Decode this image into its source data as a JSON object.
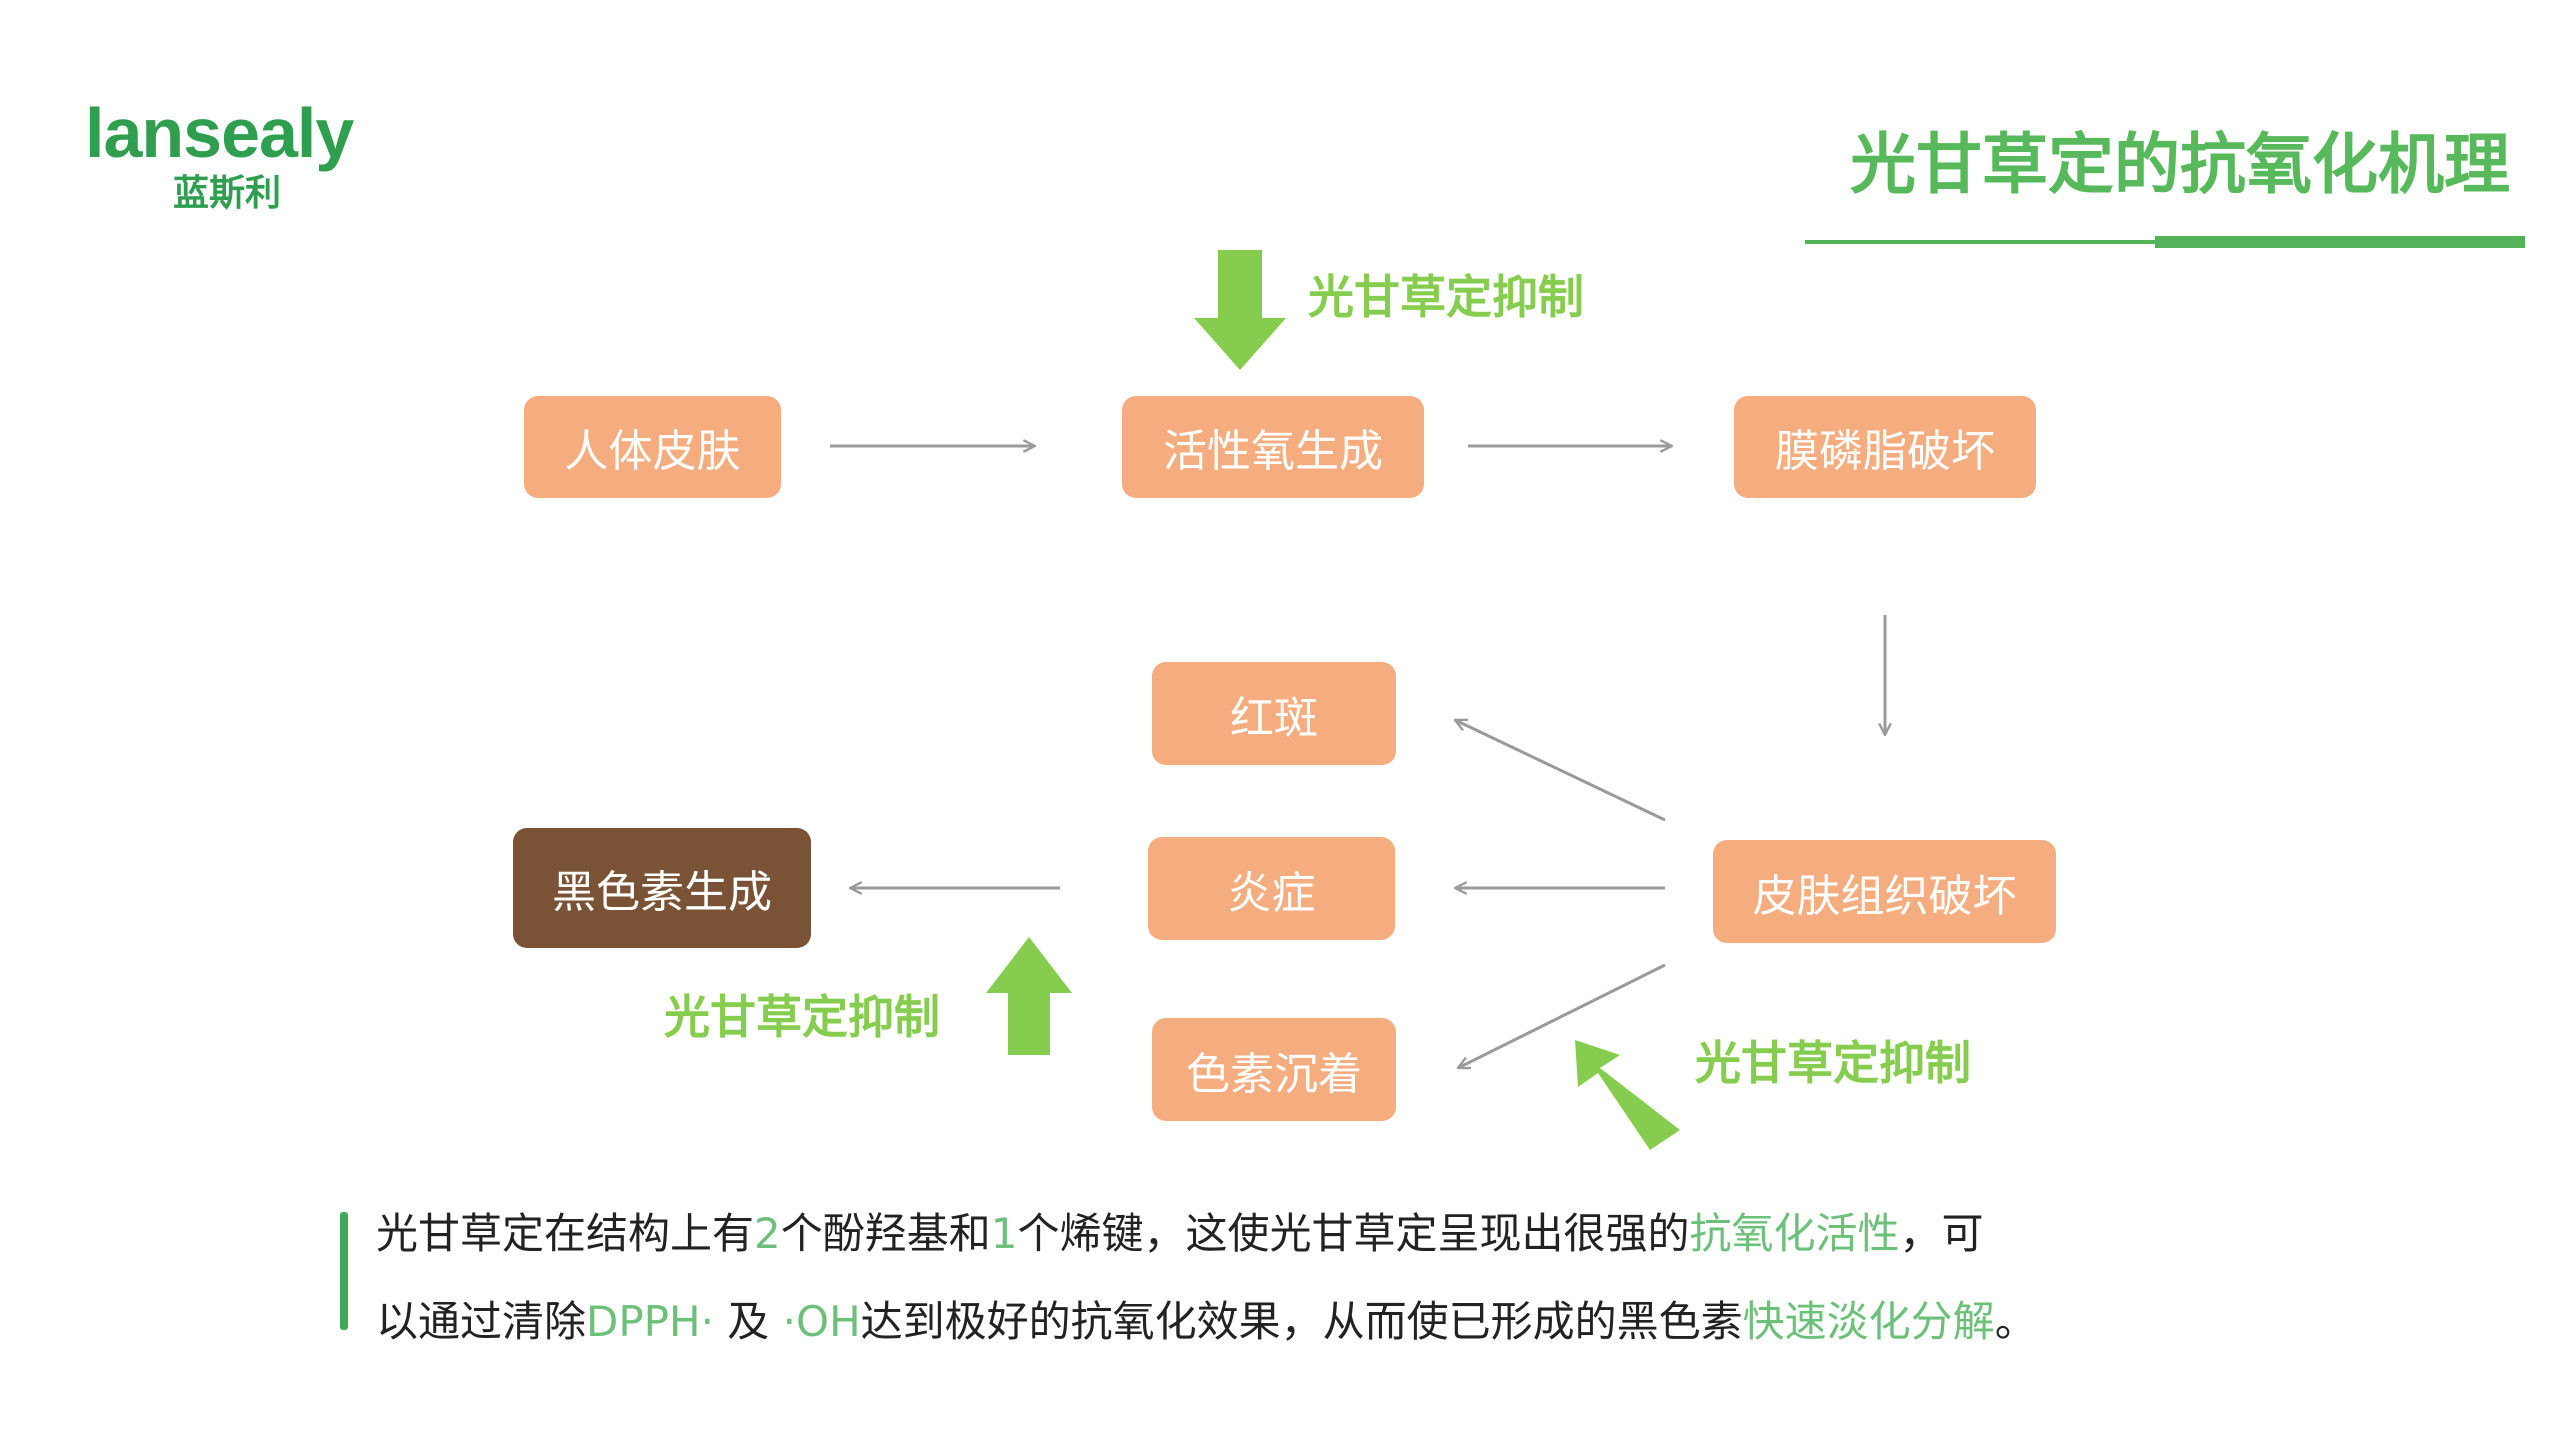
{
  "logo": {
    "wordmark": "lansealy",
    "subtitle": "蓝斯利"
  },
  "title": "光甘草定的抗氧化机理",
  "nodes": {
    "skin": "人体皮肤",
    "ros": "活性氧生成",
    "membrane": "膜磷脂破坏",
    "tissue": "皮肤组织破坏",
    "erythema": "红斑",
    "inflammation": "炎症",
    "pigmentation": "色素沉着",
    "melanin": "黑色素生成"
  },
  "inhibit_label": "光甘草定抑制",
  "paragraph": {
    "p1": "光甘草定在结构上有",
    "n1": "2",
    "p2": "个酚羟基和",
    "n2": "1",
    "p3": "个烯键，这使光甘草定呈现出很强的",
    "h1": "抗氧化活性",
    "p4": "，可",
    "p5": "以通过清除",
    "h2": "DPPH·",
    "p6": " 及 ",
    "h3": "·OH",
    "p7": "达到极好的抗氧化效果，从而使已形成的黑色素",
    "h4": "快速淡化分解",
    "p8": "。"
  },
  "colors": {
    "box": "#f5ad80",
    "box_dark": "#7a5336",
    "green_title": "#57b95b",
    "green_arrow": "#86cc4e",
    "connector": "#9a9a9a"
  }
}
